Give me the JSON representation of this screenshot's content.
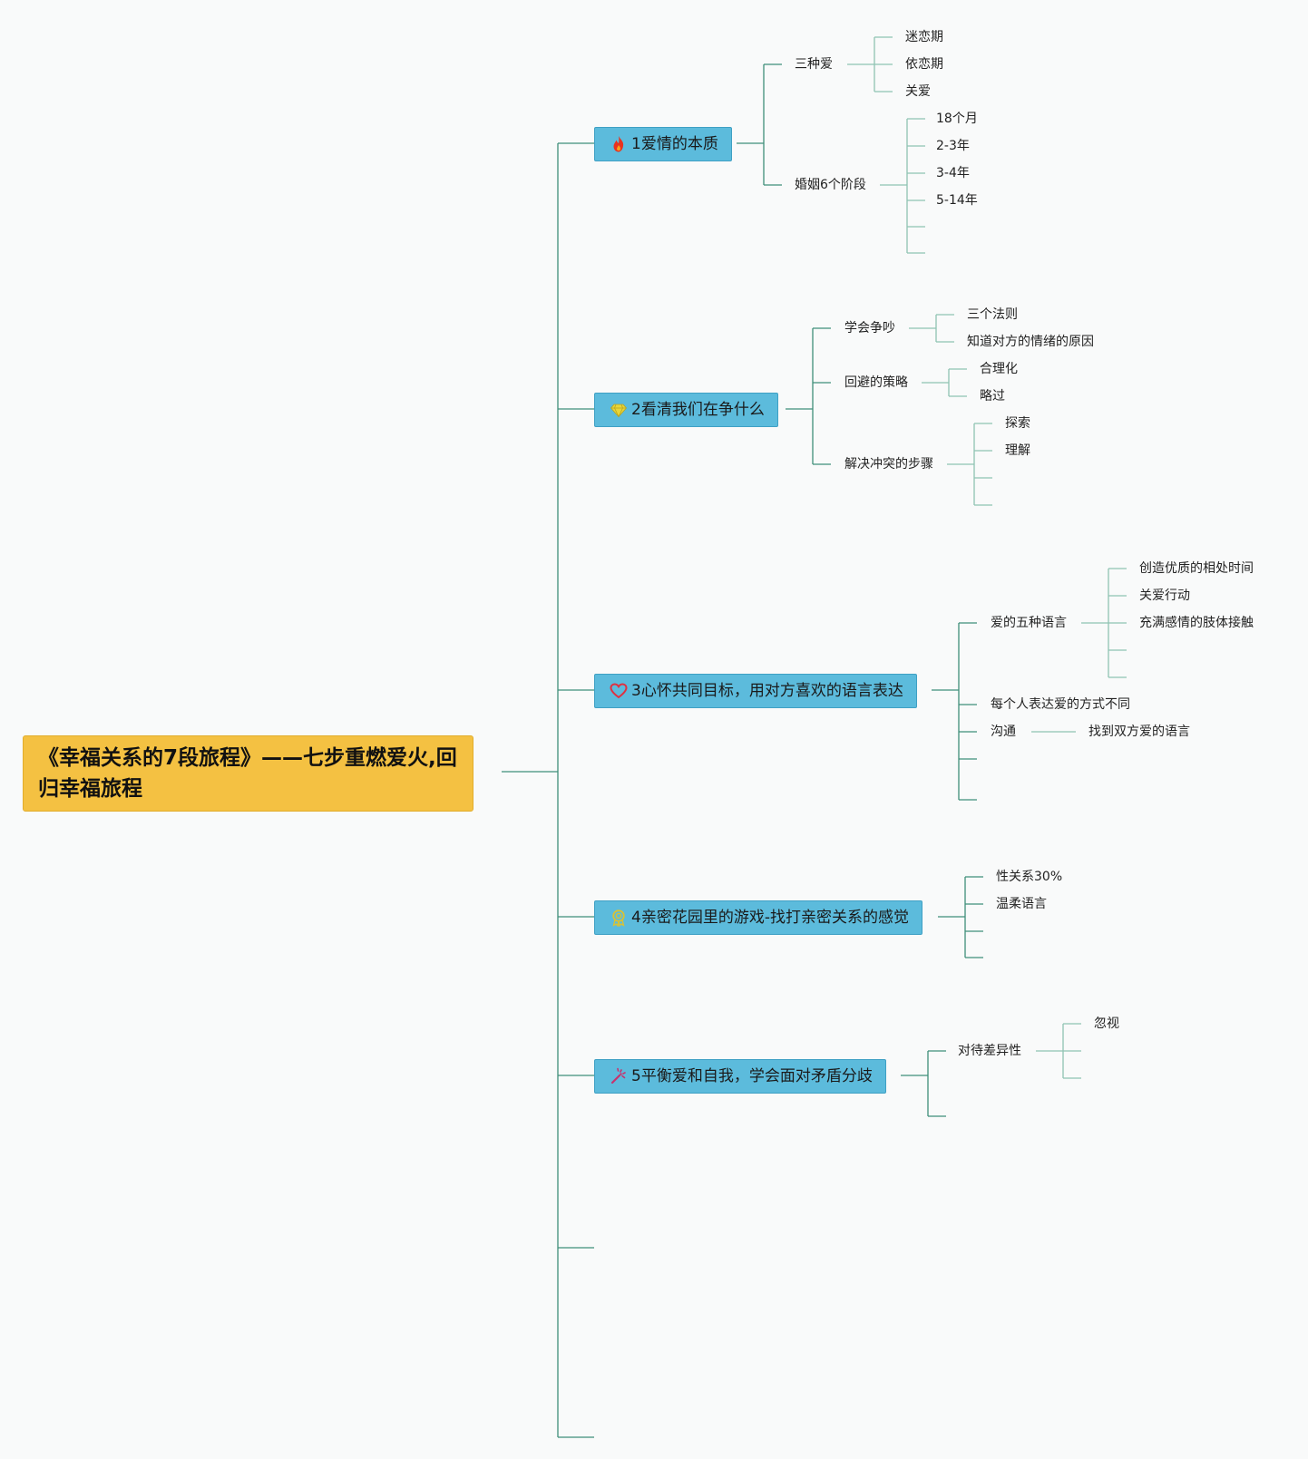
{
  "root": {
    "label": "《幸福关系的7段旅程》——七步重燃爱火,回归幸福旅程"
  },
  "topics": [
    {
      "label": "1爱情的本质",
      "icon": "fire-icon",
      "children": [
        {
          "label": "三种爱",
          "children": [
            "迷恋期",
            "依恋期",
            "关爱"
          ]
        },
        {
          "label": "婚姻6个阶段",
          "children": [
            "18个月",
            "2-3年",
            "3-4年",
            "5-14年",
            "",
            ""
          ]
        }
      ]
    },
    {
      "label": "2看清我们在争什么",
      "icon": "diamond-icon",
      "children": [
        {
          "label": "学会争吵",
          "children": [
            "三个法则",
            "知道对方的情绪的原因"
          ]
        },
        {
          "label": "回避的策略",
          "children": [
            "合理化",
            "略过"
          ]
        },
        {
          "label": "解决冲突的步骤",
          "children": [
            "探索",
            "理解",
            "",
            ""
          ]
        }
      ]
    },
    {
      "label": "3心怀共同目标，用对方喜欢的语言表达",
      "icon": "heart-icon",
      "children": [
        {
          "label": "爱的五种语言",
          "children": [
            "创造优质的相处时间",
            "关爱行动",
            "充满感情的肢体接触",
            "",
            ""
          ]
        },
        {
          "label": "每个人表达爱的方式不同",
          "children": []
        },
        {
          "label": "沟通",
          "children": [
            "找到双方爱的语言"
          ]
        },
        {
          "label": "",
          "children": []
        },
        {
          "label": "",
          "children": []
        }
      ]
    },
    {
      "label": "4亲密花园里的游戏-找打亲密关系的感觉",
      "icon": "medal-icon",
      "children": [
        {
          "label": "性关系30%",
          "children": []
        },
        {
          "label": "温柔语言",
          "children": []
        },
        {
          "label": "",
          "children": []
        },
        {
          "label": "",
          "children": []
        }
      ]
    },
    {
      "label": "5平衡爱和自我，学会面对矛盾分歧",
      "icon": "wand-icon",
      "children": [
        {
          "label": "对待差异性",
          "children": [
            "忽视",
            "",
            ""
          ]
        },
        {
          "label": "",
          "children": []
        }
      ]
    },
    {
      "label": "",
      "icon": "",
      "children": []
    },
    {
      "label": "",
      "icon": "",
      "children": []
    }
  ],
  "colors": {
    "root_fill": "#f4c142",
    "topic_fill": "#5cbbdc",
    "connector": "#3f8f7a",
    "connector_light": "#8fc3b2",
    "fire": "#e8321e",
    "diamond": "#e8d63a",
    "heart": "#e03040",
    "medal": "#d8c236",
    "wand": "#c8326e"
  }
}
